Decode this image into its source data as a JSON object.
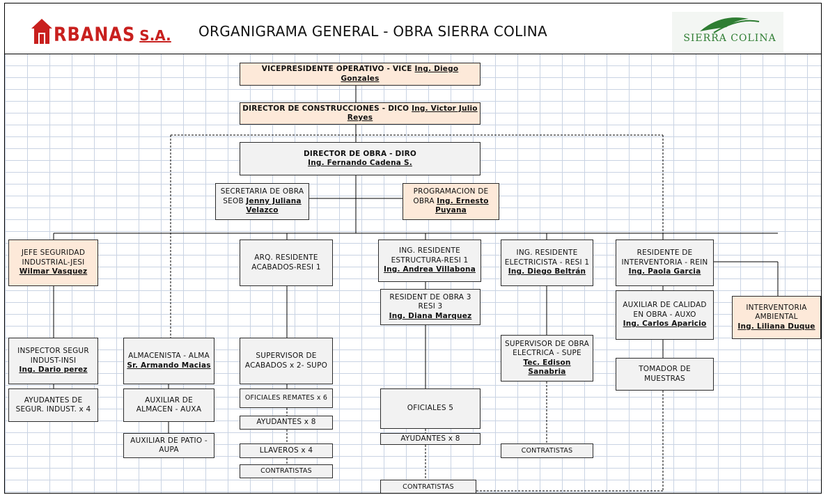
{
  "header": {
    "logo_left_text": "RBANAS",
    "logo_left_suffix": "S.A.",
    "title": "ORGANIGRAMA GENERAL - OBRA SIERRA COLINA",
    "logo_right_text": "SIERRA COLINA"
  },
  "boxes": {
    "vice": {
      "role": "VICEPRESIDENTE OPERATIVO - VICE",
      "name": "Ing. Diego Gonzales"
    },
    "dico": {
      "role": "DIRECTOR DE CONSTRUCCIONES - DICO",
      "name": "Ing. Victor Julio Reyes"
    },
    "diro": {
      "role": "DIRECTOR DE OBRA - DIRO",
      "name": "Ing. Fernando Cadena S."
    },
    "seob": {
      "role": "SECRETARIA DE OBRA SEOB",
      "name": "Jenny Juliana Velazco"
    },
    "prog": {
      "role": "PROGRAMACION DE OBRA",
      "name": "Ing. Ernesto Puyana"
    },
    "jesi": {
      "role": "JEFE SEGURIDAD INDUSTRIAL-JESI",
      "name": "Wilmar Vasquez"
    },
    "arq": {
      "role": "ARQ. RESIDENTE ACABADOS-RESI 1"
    },
    "estr": {
      "role": "ING. RESIDENTE ESTRUCTURA-RESI 1",
      "name": "Ing. Andrea Villabona"
    },
    "elec": {
      "role": "ING. RESIDENTE ELECTRICISTA - RESI 1",
      "name": "Ing. Diego Beltrán"
    },
    "rein": {
      "role": "RESIDENTE DE INTERVENTORIA - REIN",
      "name": "Ing. Paola Garcia"
    },
    "resi3": {
      "role": "RESIDENT DE OBRA 3 RESI 3",
      "name": "Ing. Diana Marquez"
    },
    "auxo": {
      "role": "AUXILIAR DE CALIDAD EN OBRA - AUXO",
      "name": "Ing. Carlos Aparicio"
    },
    "amb": {
      "role": "INTERVENTORIA AMBIENTAL",
      "name": "Ing. Liliana Duque"
    },
    "insi": {
      "role": "INSPECTOR SEGUR INDUST-INSI",
      "name": "Ing. Dario perez"
    },
    "alma": {
      "role": "ALMACENISTA - ALMA",
      "name": "Sr. Armando Macias"
    },
    "supo": {
      "role": "SUPERVISOR DE ACABADOS x 2- SUPO"
    },
    "of5": {
      "role": "OFICIALES 5"
    },
    "supe": {
      "role": "SUPERVISOR DE OBRA ELECTRICA - SUPE",
      "name": "Tec. Edison Sanabria"
    },
    "tomador": {
      "role": "TOMADOR DE MUESTRAS"
    },
    "ayud_seg": {
      "role": "AYUDANTES DE SEGUR. INDUST. x 4"
    },
    "auxa": {
      "role": "AUXILIAR DE ALMACEN - AUXA"
    },
    "oficiales_rem": {
      "role": "OFICIALES REMATES x 6"
    },
    "ayud8_a": {
      "role": "AYUDANTES x 8"
    },
    "ayud8_b": {
      "role": "AYUDANTES x 8"
    },
    "aupa": {
      "role": "AUXILIAR DE PATIO - AUPA"
    },
    "llaveros": {
      "role": "LLAVEROS x 4"
    },
    "contr_a": {
      "role": "CONTRATISTAS"
    },
    "contr_b": {
      "role": "CONTRATISTAS"
    },
    "contr_c": {
      "role": "CONTRATISTAS"
    }
  }
}
